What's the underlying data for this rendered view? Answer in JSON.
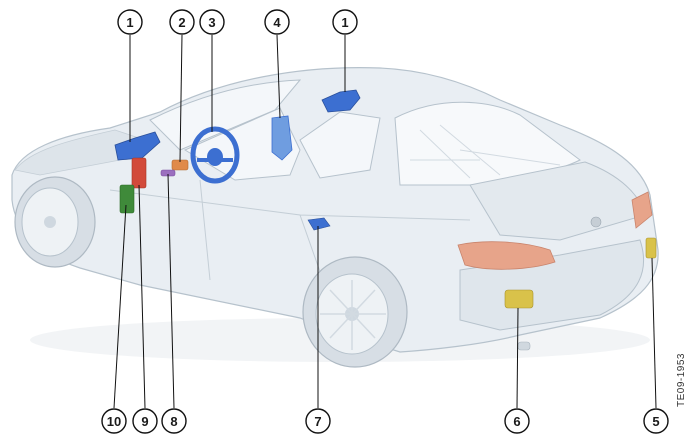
{
  "callouts": {
    "c1a": "1",
    "c2": "2",
    "c3": "3",
    "c4": "4",
    "c1b": "1",
    "c10": "10",
    "c9": "9",
    "c8": "8",
    "c7": "7",
    "c6": "6",
    "c5": "5"
  },
  "doc_code": "TE09-1953",
  "colors": {
    "body": "#e9eef3",
    "body_shade": "#cfd8e0",
    "glass": "#f4f7fa",
    "line": "#b6c2cc",
    "blue_part": "#3c6fd1",
    "blue_light": "#6f9de0",
    "red_part": "#d24a3a",
    "orange_part": "#e08a4a",
    "green_part": "#3f8a3a",
    "purple_part": "#9b6fbf",
    "yellow_part": "#d9c24a",
    "taillight": "#e7a48a",
    "leader": "#111111"
  }
}
